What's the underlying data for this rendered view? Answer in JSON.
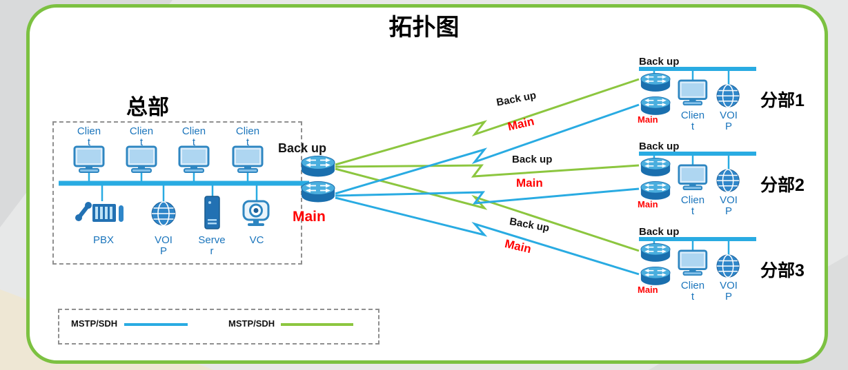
{
  "title": "拓扑图",
  "hq": {
    "name": "总部",
    "backup_router_label": "Back up",
    "main_router_label": "Main",
    "client_labels": [
      "Clien\nt",
      "Clien\nt",
      "Clien\nt",
      "Clien\nt"
    ],
    "devices": {
      "pbx": "PBX",
      "voip": "VOI\nP",
      "server": "Serve\nr",
      "vc": "VC"
    }
  },
  "links": [
    {
      "backup_label": "Back up",
      "main_label": "Main"
    },
    {
      "backup_label": "Back up",
      "main_label": "Main"
    },
    {
      "backup_label": "Back up",
      "main_label": "Main"
    }
  ],
  "branches": [
    {
      "name": "分部1",
      "backup_label": "Back up",
      "main_label": "Main",
      "client_label": "Clien\nt",
      "voip_label": "VOI\nP"
    },
    {
      "name": "分部2",
      "backup_label": "Back up",
      "main_label": "Main",
      "client_label": "Clien\nt",
      "voip_label": "VOI\nP"
    },
    {
      "name": "分部3",
      "backup_label": "Back up",
      "main_label": "Main",
      "client_label": "Clien\nt",
      "voip_label": "VOI\nP"
    }
  ],
  "legend": {
    "items": [
      {
        "label": "MSTP/SDH",
        "color": "#29ABE2"
      },
      {
        "label": "MSTP/SDH",
        "color": "#8CC63F"
      }
    ]
  },
  "colors": {
    "main_line": "#29ABE2",
    "backup_line": "#8CC63F",
    "panel_border": "#7CC141",
    "label_blue": "#1B75BC",
    "main_text_red": "#FF0000"
  },
  "icons": {
    "router": "router-icon",
    "client": "computer-icon",
    "voip": "globe-icon",
    "pbx": "pbx-phone-icon",
    "server": "server-icon",
    "vc": "video-camera-icon"
  }
}
